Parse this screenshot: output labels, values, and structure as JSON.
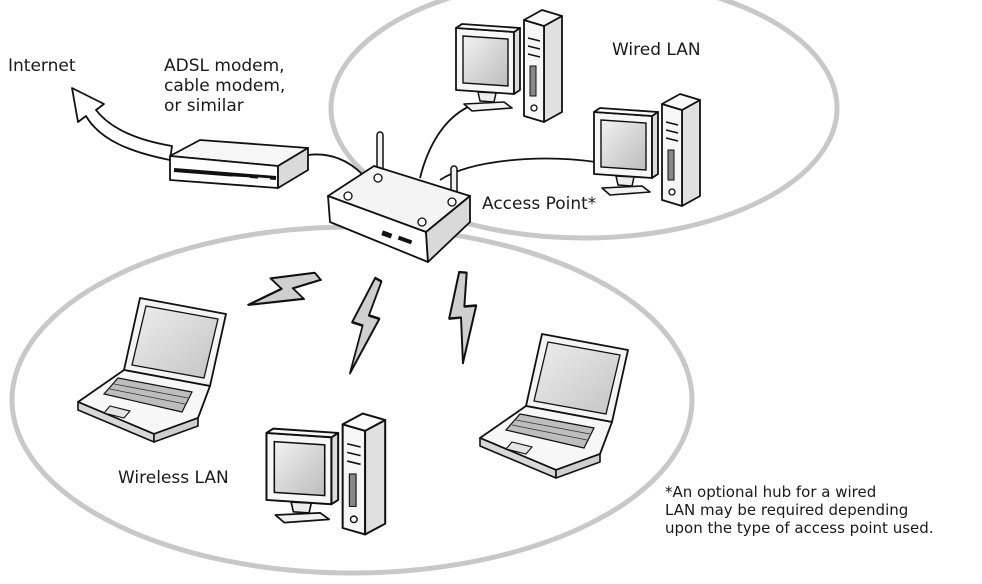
{
  "labels": {
    "internet": "Internet",
    "modem_line1": "ADSL modem,",
    "modem_line2": "cable modem,",
    "modem_line3": "or similar",
    "wired_lan": "Wired LAN",
    "access_point": "Access Point*",
    "wireless_lan": "Wireless LAN"
  },
  "footnote": {
    "line1": "*An optional hub for a wired",
    "line2": "LAN may be required depending",
    "line3": "upon the type of access point used."
  },
  "colors": {
    "ellipse": "#c8c8c8",
    "outline": "#111111",
    "screen": "#d9d9d9",
    "device_body": "#f4f4f4"
  }
}
